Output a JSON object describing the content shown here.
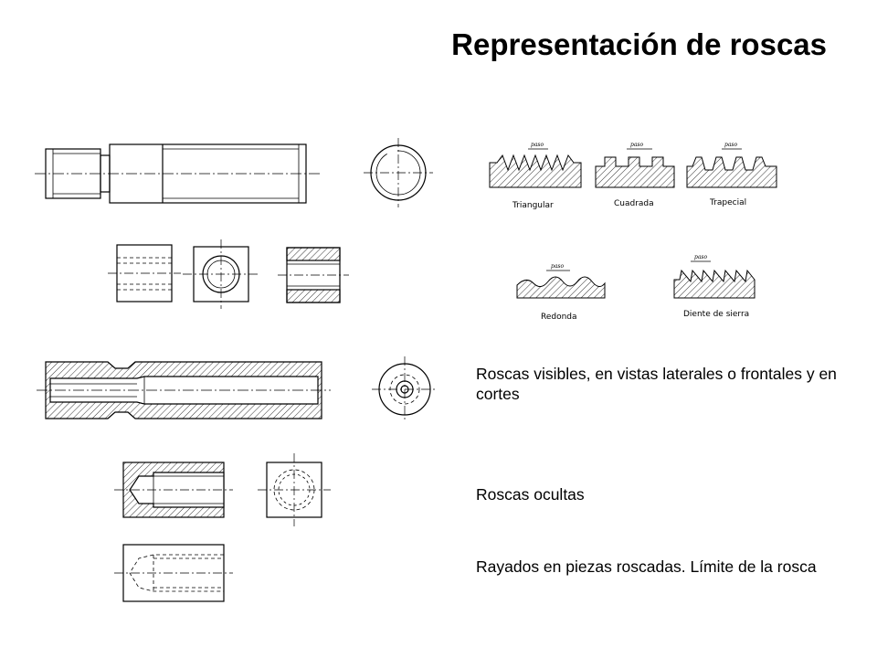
{
  "title": "Representación de roscas",
  "profiles": {
    "triangular": "Triangular",
    "cuadrada": "Cuadrada",
    "trapecial": "Trapecial",
    "redonda": "Redonda",
    "diente_sierra": "Diente de sierra",
    "paso": "paso"
  },
  "captions": {
    "visible": "Roscas visibles, en vistas laterales o frontales y en cortes",
    "ocultas": "Roscas ocultas",
    "rayados": "Rayados en piezas roscadas. Límite de la rosca"
  }
}
